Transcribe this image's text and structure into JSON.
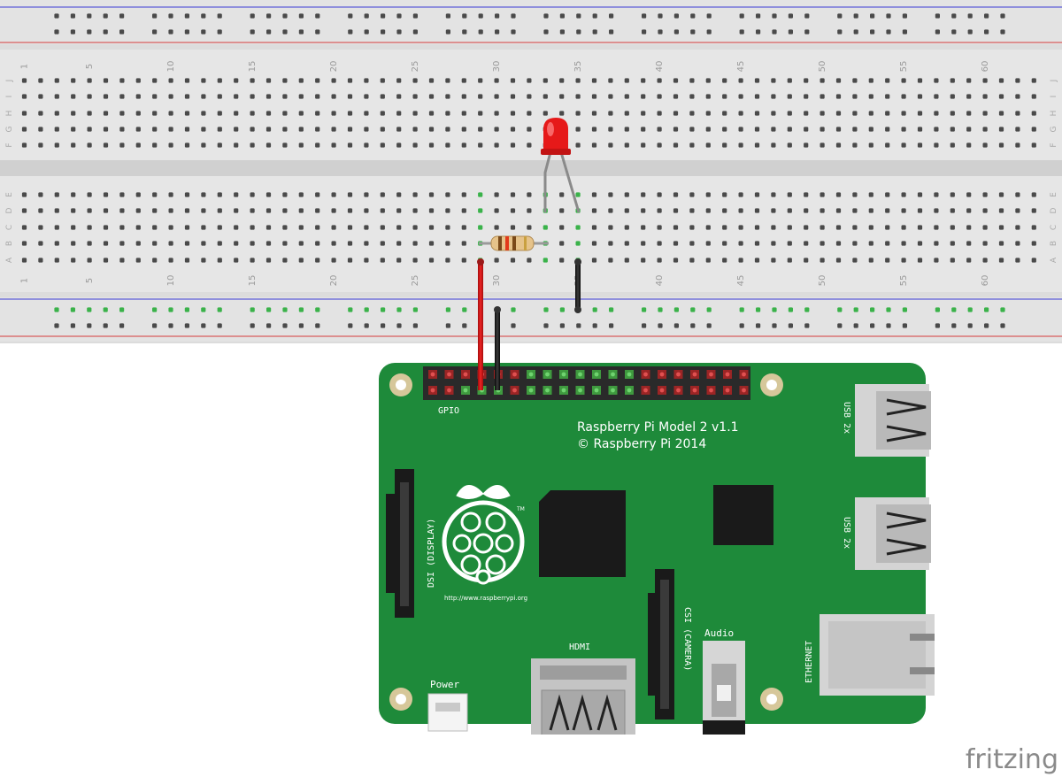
{
  "breadboard": {
    "column_labels": [
      "1",
      "5",
      "10",
      "15",
      "20",
      "25",
      "30",
      "35",
      "40",
      "45",
      "50",
      "55",
      "60"
    ],
    "top_row_labels": [
      "J",
      "I",
      "H",
      "G",
      "F"
    ],
    "bottom_row_labels": [
      "E",
      "D",
      "C",
      "B",
      "A"
    ],
    "columns": 63
  },
  "components": {
    "led": "red-led",
    "resistor": "resistor",
    "red_wire": "red-wire",
    "black_wire": "black-wire"
  },
  "pi": {
    "model_line1": "Raspberry Pi Model 2 v1.1",
    "model_line2": "© Raspberry Pi 2014",
    "gpio_label": "GPIO",
    "dsi_label": "DSI (DISPLAY)",
    "csi_label": "CSI (CAMERA)",
    "hdmi_label": "HDMI",
    "audio_label": "Audio",
    "power_label": "Power",
    "ethernet_label": "ETHERNET",
    "usb_top_label": "USB 2x",
    "usb_bottom_label": "USB 2x",
    "url": "http://www.raspberrypi.org",
    "trademark": "TM",
    "board_color": "#1e8a3a"
  },
  "logo": "fritzing"
}
